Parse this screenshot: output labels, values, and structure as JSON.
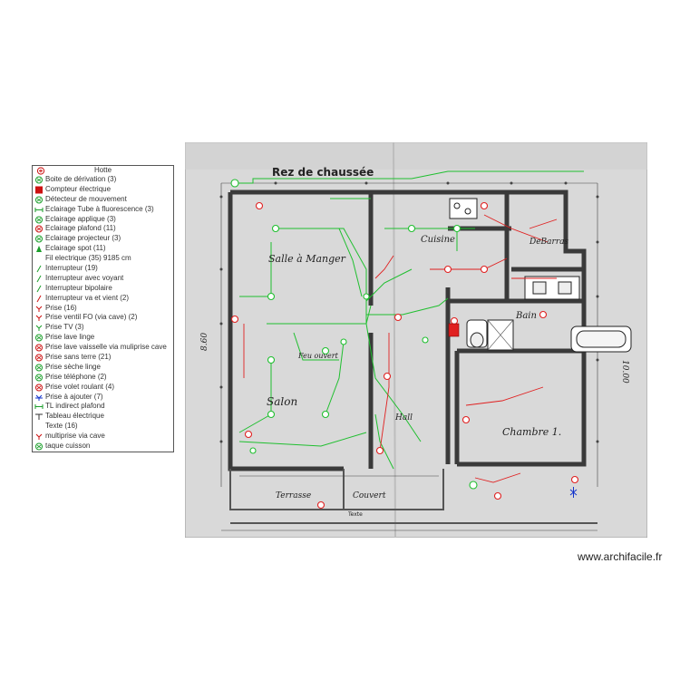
{
  "plan": {
    "title": "Rez de chaussée",
    "room_labels": [
      "Cuisine",
      "DeBarras",
      "Salle à Manger",
      "Bain",
      "Feu ouvert",
      "Salon",
      "Hall",
      "Chambre 1.",
      "Terrasse",
      "Couvert"
    ],
    "cote_labels": [
      "8.60",
      "10.00"
    ],
    "footer_text": "Texte"
  },
  "legend": {
    "title": "Hotte",
    "items": [
      {
        "label": "Boite de dérivation (3)",
        "icon": "junction-box-icon",
        "color": "#1a9e2a"
      },
      {
        "label": "Compteur électrique",
        "icon": "meter-icon",
        "color": "#cc1111"
      },
      {
        "label": "Détecteur de mouvement",
        "icon": "motion-detector-icon",
        "color": "#1a9e2a"
      },
      {
        "label": "Eclairage Tube à fluorescence (3)",
        "icon": "fluorescent-tube-icon",
        "color": "#1a9e2a"
      },
      {
        "label": "Eclairage applique (3)",
        "icon": "wall-light-icon",
        "color": "#1a9e2a"
      },
      {
        "label": "Eclairage plafond (11)",
        "icon": "ceiling-light-icon",
        "color": "#cc1111"
      },
      {
        "label": "Eclairage projecteur (3)",
        "icon": "projector-light-icon",
        "color": "#1a9e2a"
      },
      {
        "label": "Eclairage spot (11)",
        "icon": "spot-light-icon",
        "color": "#1a9e2a"
      },
      {
        "label": "Fil electrique (35) 9185 cm",
        "icon": "wire-icon",
        "color": "#1a9e2a"
      },
      {
        "label": "Interrupteur (19)",
        "icon": "switch-icon",
        "color": "#1a9e2a"
      },
      {
        "label": "Interrupteur avec voyant",
        "icon": "switch-light-icon",
        "color": "#1a9e2a"
      },
      {
        "label": "Interrupteur bipolaire",
        "icon": "bipolar-switch-icon",
        "color": "#1a9e2a"
      },
      {
        "label": "Interrupteur va et vient (2)",
        "icon": "two-way-switch-icon",
        "color": "#cc1111"
      },
      {
        "label": "Prise (16)",
        "icon": "socket-icon",
        "color": "#cc1111"
      },
      {
        "label": "Prise  ventil FO (via cave) (2)",
        "icon": "socket-fan-icon",
        "color": "#cc1111"
      },
      {
        "label": "Prise TV (3)",
        "icon": "tv-socket-icon",
        "color": "#1a9e2a"
      },
      {
        "label": "Prise lave linge",
        "icon": "washer-socket-icon",
        "color": "#1a9e2a"
      },
      {
        "label": "Prise lave vaisselle via muliprise cave",
        "icon": "dishwasher-socket-icon",
        "color": "#cc1111"
      },
      {
        "label": "Prise sans terre (21)",
        "icon": "unearthed-socket-icon",
        "color": "#cc1111"
      },
      {
        "label": "Prise sèche linge",
        "icon": "dryer-socket-icon",
        "color": "#1a9e2a"
      },
      {
        "label": "Prise téléphone (2)",
        "icon": "phone-socket-icon",
        "color": "#1a9e2a"
      },
      {
        "label": "Prise volet roulant (4)",
        "icon": "shutter-socket-icon",
        "color": "#cc1111"
      },
      {
        "label": "Prise à ajouter (7)",
        "icon": "add-socket-icon",
        "color": "#1133cc"
      },
      {
        "label": "TL indirect plafond",
        "icon": "indirect-tube-icon",
        "color": "#1a9e2a"
      },
      {
        "label": "Tableau électrique",
        "icon": "panel-icon",
        "color": "#333333"
      },
      {
        "label": "Texte (16)",
        "icon": "text-icon",
        "color": "#333333"
      },
      {
        "label": "multiprise via cave",
        "icon": "power-strip-icon",
        "color": "#cc1111"
      },
      {
        "label": "taque cuisson",
        "icon": "hob-icon",
        "color": "#1a9e2a"
      }
    ]
  },
  "watermark": "www.archifacile.fr"
}
